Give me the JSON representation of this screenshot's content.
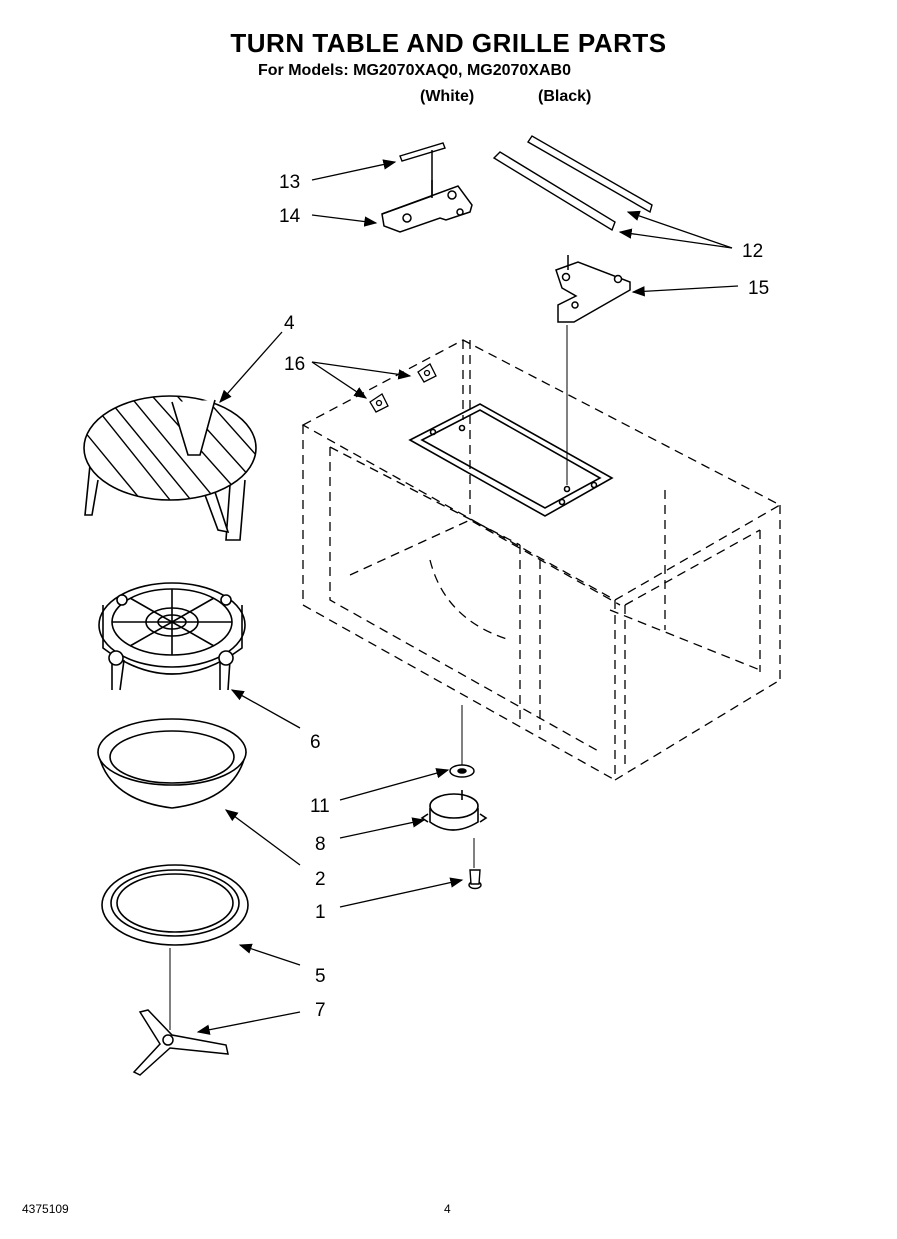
{
  "header": {
    "title": "TURN TABLE AND GRILLE PARTS",
    "models_line": "For Models: MG2070XAQ0, MG2070XAB0",
    "variant_white": "(White)",
    "variant_black": "(Black)"
  },
  "callouts": {
    "p1": "1",
    "p2": "2",
    "p4": "4",
    "p5": "5",
    "p6": "6",
    "p7": "7",
    "p8": "8",
    "p11": "11",
    "p12": "12",
    "p13": "13",
    "p14": "14",
    "p15": "15",
    "p16": "16"
  },
  "footer": {
    "doc_number": "4375109",
    "page_number": "4"
  }
}
